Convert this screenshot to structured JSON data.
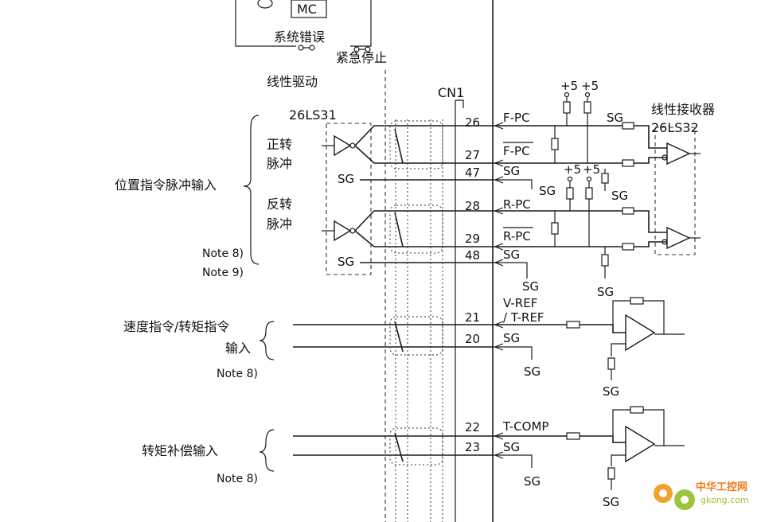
{
  "top": {
    "mc": "MC",
    "system_error": "系统错误",
    "emergency_stop": "紧急停止"
  },
  "driver": {
    "title": "线性驱动",
    "part": "26LS31"
  },
  "receiver": {
    "title": "线性接收器",
    "part": "26LS32"
  },
  "connector": "CN1",
  "inputs": {
    "position": "位置指令脉冲输入",
    "forward_pulse": [
      "正转",
      "脉冲"
    ],
    "reverse_pulse": [
      "反转",
      "脉冲"
    ],
    "speed_torque": [
      "速度指令/转矩指令",
      "输入"
    ],
    "torque_comp": "转矩补偿输入"
  },
  "notes": {
    "n8": "Note 8)",
    "n9": "Note 9)"
  },
  "pins": {
    "p26": "26",
    "p27": "27",
    "p47": "47",
    "p28": "28",
    "p29": "29",
    "p48": "48",
    "p21": "21",
    "p20": "20",
    "p22": "22",
    "p23": "23"
  },
  "signals": {
    "fpc": "F-PC",
    "rpc": "R-PC",
    "sg": "SG",
    "vref": "V-REF",
    "tref": "/ T-REF",
    "tcomp": "T-COMP",
    "plus5": "+5"
  },
  "watermark": {
    "cn": "中华工控网",
    "url": "gkong.com"
  }
}
